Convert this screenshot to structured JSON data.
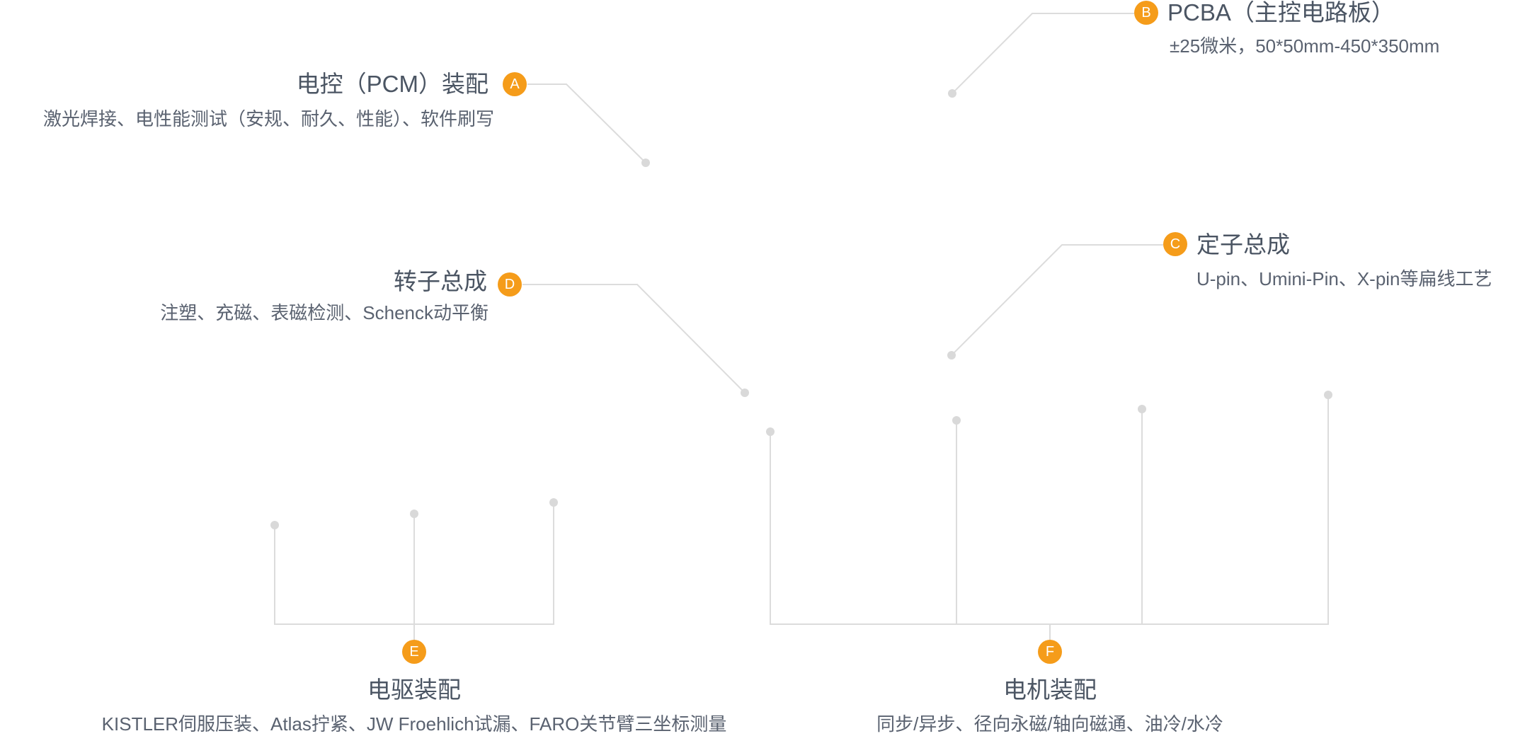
{
  "callouts": {
    "a": {
      "badge": "A",
      "title": "电控（PCM）装配",
      "desc": "激光焊接、电性能测试（安规、耐久、性能）、软件刷写"
    },
    "b": {
      "badge": "B",
      "title": "PCBA（主控电路板）",
      "desc": "±25微米，50*50mm-450*350mm"
    },
    "c": {
      "badge": "C",
      "title": "定子总成",
      "desc": "U-pin、Umini-Pin、X-pin等扁线工艺"
    },
    "d": {
      "badge": "D",
      "title": "转子总成",
      "desc": "注塑、充磁、表磁检测、Schenck动平衡"
    },
    "e": {
      "badge": "E",
      "title": "电驱装配",
      "desc": "KISTLER伺服压装、Atlas拧紧、JW Froehlich试漏、FARO关节臂三坐标测量"
    },
    "f": {
      "badge": "F",
      "title": "电机装配",
      "desc": "同步/异步、径向永磁/轴向磁通、油冷/水冷"
    }
  },
  "colors": {
    "accent": "#f59c1a",
    "line": "#dcdcdc",
    "text": "#4b5563"
  }
}
